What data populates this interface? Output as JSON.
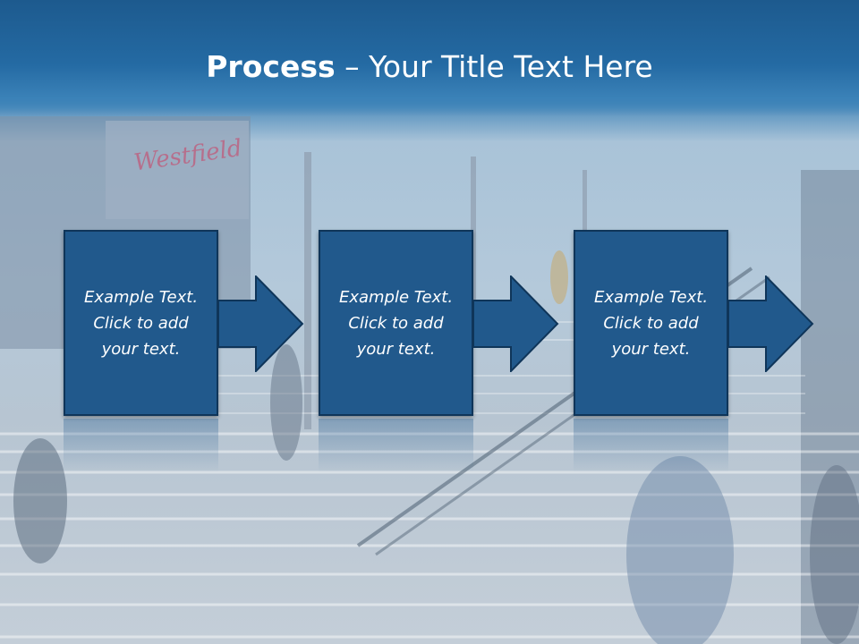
{
  "slide": {
    "title_bold": "Process",
    "title_rest": " – Your Title Text Here",
    "steps": [
      {
        "text": "Example Text.\nClick  to add\nyour text."
      },
      {
        "text": "Example Text.\nClick  to add\nyour text."
      },
      {
        "text": "Example Text.\nClick  to add\nyour text."
      }
    ],
    "sign_text": "Westfield"
  },
  "colors": {
    "header": "#246aa3",
    "box": "#21598c",
    "box_border": "#0f3559",
    "text": "#ffffff"
  },
  "icons": [
    "right-arrow-icon"
  ]
}
